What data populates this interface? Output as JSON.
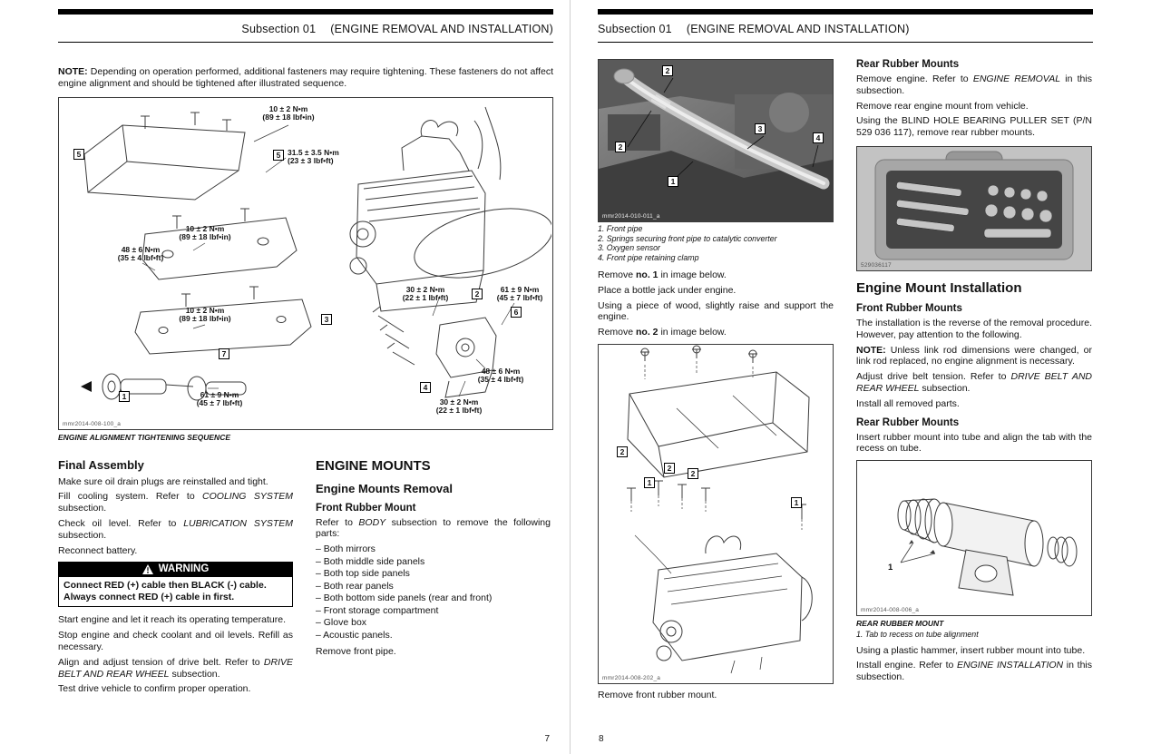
{
  "doc": {
    "left_page": {
      "header": {
        "subsection": "Subsection 01",
        "title": "(ENGINE REMOVAL AND INSTALLATION)"
      },
      "page_number": "7",
      "note": {
        "prefix": "NOTE:",
        "text": "Depending on operation performed, additional fasteners may require tightening. These fasteners do not affect engine alignment and should be tightened after illustrated sequence."
      },
      "figure_alignment": {
        "caption": "ENGINE ALIGNMENT TIGHTENING SEQUENCE",
        "code": "mmr2014-008-100_a",
        "sequence_labels": [
          "5",
          "5",
          "2",
          "6",
          "3",
          "7",
          "4",
          "1"
        ],
        "torques": [
          {
            "nm": "10 ± 2 N•m",
            "lbf": "(89 ± 18 lbf•in)"
          },
          {
            "nm": "31.5 ± 3.5 N•m",
            "lbf": "(23 ± 3 lbf•ft)"
          },
          {
            "nm": "10 ± 2 N•m",
            "lbf": "(89 ± 18 lbf•in)"
          },
          {
            "nm": "48 ± 6 N•m",
            "lbf": "(35 ± 4 lbf•ft)"
          },
          {
            "nm": "10 ± 2 N•m",
            "lbf": "(89 ± 18 lbf•in)"
          },
          {
            "nm": "30 ± 2 N•m",
            "lbf": "(22 ± 1 lbf•ft)"
          },
          {
            "nm": "61 ± 9 N•m",
            "lbf": "(45 ± 7 lbf•ft)"
          },
          {
            "nm": "61 ± 9 N•m",
            "lbf": "(45 ± 7 lbf•ft)"
          },
          {
            "nm": "48 ± 6 N•m",
            "lbf": "(35 ± 4 lbf•ft)"
          },
          {
            "nm": "30 ± 2 N•m",
            "lbf": "(22 ± 1 lbf•ft)"
          }
        ]
      },
      "final_assembly": {
        "heading": "Final Assembly",
        "p1": "Make sure oil drain plugs are reinstalled and tight.",
        "p2": {
          "pre": "Fill cooling system. Refer to ",
          "ref": "COOLING SYSTEM",
          "post": " subsection."
        },
        "p3": {
          "pre": "Check oil level. Refer to ",
          "ref": "LUBRICATION SYSTEM",
          "post": " subsection."
        },
        "p4": "Reconnect battery.",
        "warning": {
          "label": "WARNING",
          "line1": "Connect RED (+) cable then BLACK (-) cable.",
          "line2": "Always connect RED (+) cable in first."
        },
        "p5": "Start engine and let it reach its operating temperature.",
        "p6": "Stop engine and check coolant and oil levels. Refill as necessary.",
        "p7": {
          "pre": "Align and adjust tension of drive belt. Refer to ",
          "ref": "DRIVE BELT AND REAR WHEEL",
          "post": " subsection."
        },
        "p8": "Test drive vehicle to confirm proper operation."
      },
      "engine_mounts": {
        "heading": "ENGINE MOUNTS",
        "sub_removal": "Engine Mounts Removal",
        "sub_front": "Front Rubber Mount",
        "intro": {
          "pre": "Refer to ",
          "ref": "BODY",
          "post": " subsection to remove the following parts:"
        },
        "bullets": [
          "– Both mirrors",
          "– Both middle side panels",
          "– Both top side panels",
          "– Both rear panels",
          "– Both bottom side panels (rear and front)",
          "– Front storage compartment",
          "– Glove box",
          "– Acoustic panels."
        ],
        "p_last": "Remove front pipe."
      }
    },
    "right_page": {
      "header": {
        "subsection": "Subsection 01",
        "title": "(ENGINE REMOVAL AND INSTALLATION)"
      },
      "page_number": "8",
      "col1": {
        "figure_pipe": {
          "code": "mmr2014-010-011_a",
          "callouts": [
            "2",
            "2",
            "1",
            "3",
            "4"
          ],
          "legend": [
            "1. Front pipe",
            "2. Springs securing front pipe to catalytic converter",
            "3. Oxygen sensor",
            "4. Front pipe retaining clamp"
          ]
        },
        "p1": {
          "pre": "Remove ",
          "bold": "no. 1",
          "post": " in image below."
        },
        "p2": "Place a bottle jack under engine.",
        "p3": "Using a piece of wood, slightly raise and support the engine.",
        "p4": {
          "pre": "Remove ",
          "bold": "no. 2",
          "post": " in image below."
        },
        "figure_mount": {
          "code": "mmr2014-008-202_a",
          "callouts": [
            "2",
            "1",
            "2",
            "2",
            "1"
          ]
        },
        "p5": "Remove front rubber mount."
      },
      "col2": {
        "h_rear_removal": "Rear Rubber Mounts",
        "p1": {
          "pre": "Remove engine. Refer to ",
          "ref": "ENGINE REMOVAL",
          "post": " in this subsection."
        },
        "p2": "Remove rear engine mount from vehicle.",
        "p3": "Using the BLIND HOLE BEARING PULLER SET (P/N 529 036 117), remove rear rubber mounts.",
        "figure_puller": {
          "code": "529036117"
        },
        "h_installation": "Engine Mount Installation",
        "h_front": "Front Rubber Mounts",
        "p4": "The installation is the reverse of the removal procedure. However, pay attention to the following.",
        "note": {
          "prefix": "NOTE:",
          "text": "Unless link rod dimensions were changed, or link rod replaced, no engine alignment is necessary."
        },
        "p5": {
          "pre": "Adjust drive belt tension. Refer to ",
          "ref": "DRIVE BELT AND REAR WHEEL",
          "post": " subsection."
        },
        "p6": "Install all removed parts.",
        "h_rear_install": "Rear Rubber Mounts",
        "p7": "Insert rubber mount into tube and align the tab with the recess on tube.",
        "figure_rear_mount": {
          "code": "mmr2014-008-006_a",
          "caption": "REAR RUBBER MOUNT",
          "legend": "1. Tab to recess on tube alignment",
          "callout": "1"
        },
        "p8": "Using a plastic hammer, insert rubber mount into tube.",
        "p9": {
          "pre": "Install engine. Refer to ",
          "ref": "ENGINE INSTALLATION",
          "post": " in this subsection."
        }
      }
    }
  }
}
